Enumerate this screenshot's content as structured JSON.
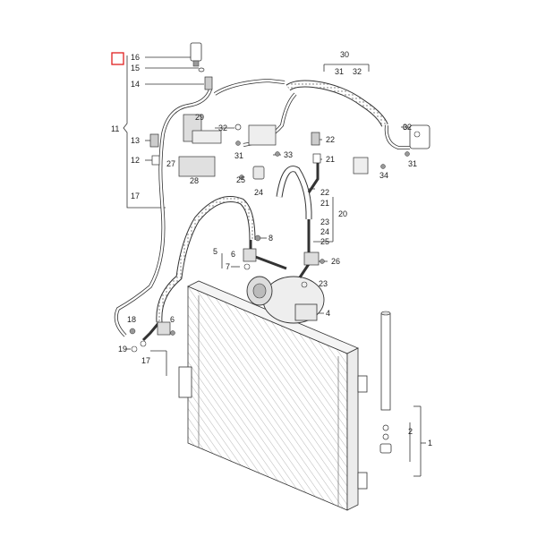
{
  "labels": {
    "l16": "16",
    "l15": "15",
    "l14": "14",
    "l11": "11",
    "l13": "13",
    "l12": "12",
    "l17a": "17",
    "l29": "29",
    "l27": "27",
    "l28": "28",
    "l32a": "32",
    "l31a": "31",
    "l33": "33",
    "l25a": "25",
    "l24": "24",
    "l30": "30",
    "l31b": "31",
    "l32b": "32",
    "l22a": "22",
    "l21a": "21",
    "l32c": "32",
    "l31c": "31",
    "l34": "34",
    "l22b": "22",
    "l21b": "21",
    "l20": "20",
    "l23a": "23",
    "l24b": "24",
    "l25b": "25",
    "l26": "26",
    "l23b": "23",
    "l4": "4",
    "l8": "8",
    "l5": "5",
    "l6a": "6",
    "l7": "7",
    "l18": "18",
    "l6b": "6",
    "l19": "19",
    "l17b": "17",
    "l2": "2",
    "l1": "1"
  },
  "colors": {
    "highlight": "#e02020",
    "line": "#333333",
    "hatch": "#777777"
  }
}
